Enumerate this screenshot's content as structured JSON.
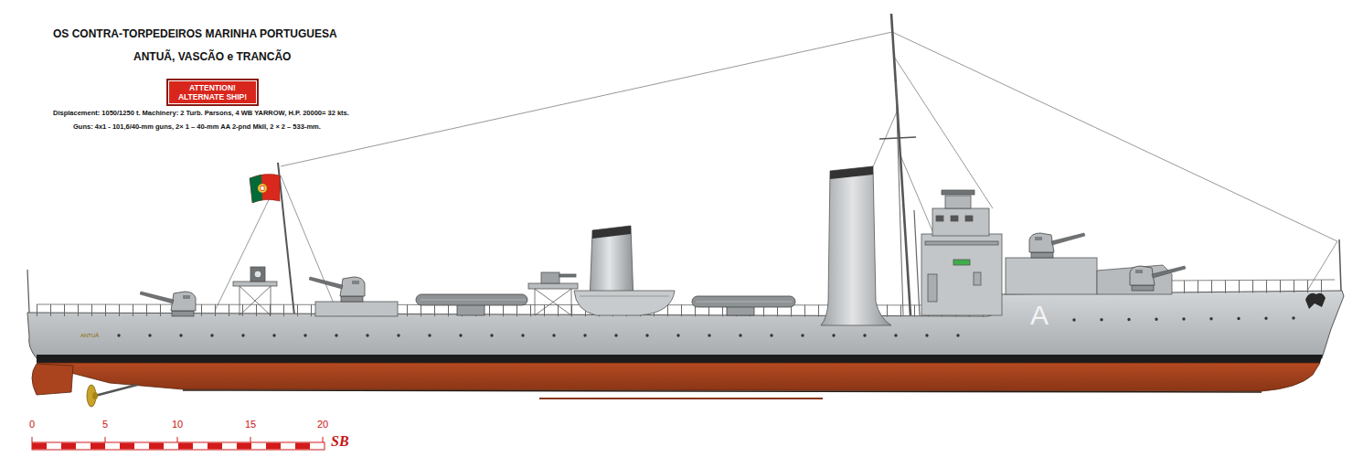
{
  "diagram": {
    "title": "OS CONTRA-TORPEDEIROS MARINHA PORTUGUESA",
    "nodes": [
      {
        "text": [
          "ATTENTION! ALTERNATE SHIP!"
        ]
      }
    ],
    "labels": [
      "ANTUÃ, VASCÃO e TRANCÃO",
      "Displacement: 1050/1250 t. Machinery: 2 Turb. Parsons, 4 WB YARROW, H.P. 20000= 32 kts.",
      "Guns: 4x1 - 101,6/40-mm guns, 2× 1 – 40-mm AA 2-pnd MkII, 2 × 2 – 533-mm.",
      "ANTUÃ",
      "A",
      "0",
      "5",
      "10",
      "15",
      "20",
      "SB"
    ]
  }
}
